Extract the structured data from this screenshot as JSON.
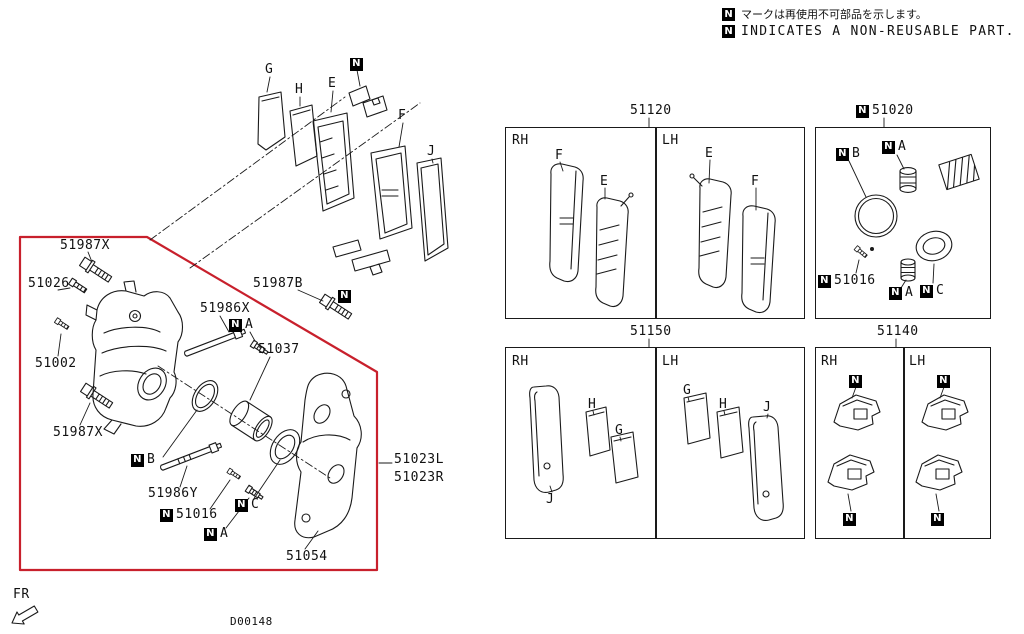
{
  "notices": {
    "badge": "N",
    "jp": "マークは再使用不可部品を示します。",
    "en": "INDICATES A NON-REUSABLE PART."
  },
  "letters": {
    "a": "A",
    "b": "B",
    "c": "C",
    "e": "E",
    "f": "F",
    "g": "G",
    "h": "H",
    "j": "J"
  },
  "sides": {
    "rh": "RH",
    "lh": "LH"
  },
  "parts": {
    "p51987x": "51987X",
    "p51026": "51026",
    "p51002": "51002",
    "p51986x": "51986X",
    "p51987b": "51987B",
    "p51037": "51037",
    "p51986y": "51986Y",
    "p51016": "51016",
    "p51054": "51054",
    "p51023l": "51023L",
    "p51023r": "51023R"
  },
  "panels": {
    "pads": "51120",
    "seal_kit": "51020",
    "shim_kit": "51150",
    "clip_kit": "51140"
  },
  "footer": {
    "fr": "FR",
    "doc": "D00148"
  }
}
